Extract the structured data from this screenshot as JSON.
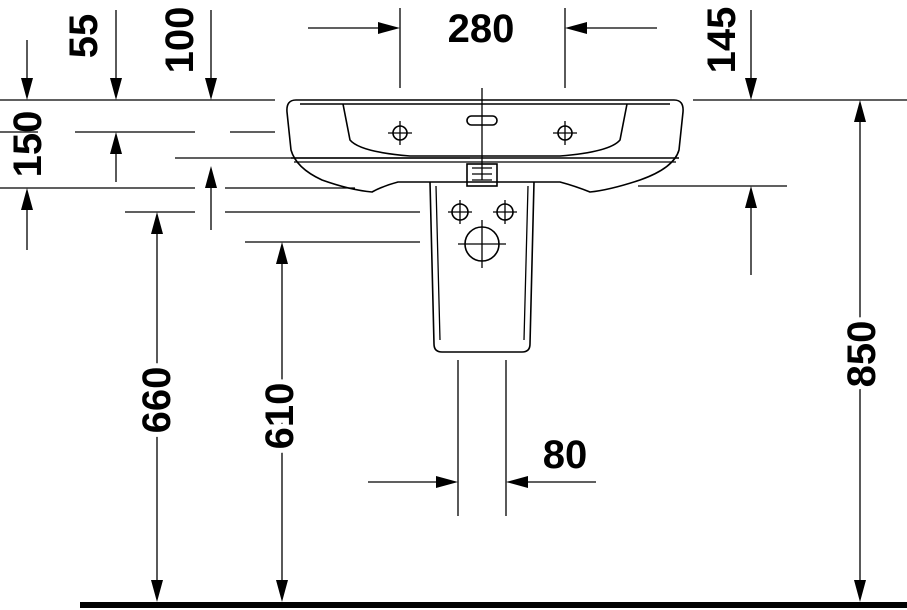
{
  "dimensions": {
    "d55": "55",
    "d100": "100",
    "d280": "280",
    "d145": "145",
    "d150": "150",
    "d660": "660",
    "d610": "610",
    "d80": "80",
    "d850": "850"
  },
  "colors": {
    "line": "#000000",
    "background": "#ffffff"
  }
}
